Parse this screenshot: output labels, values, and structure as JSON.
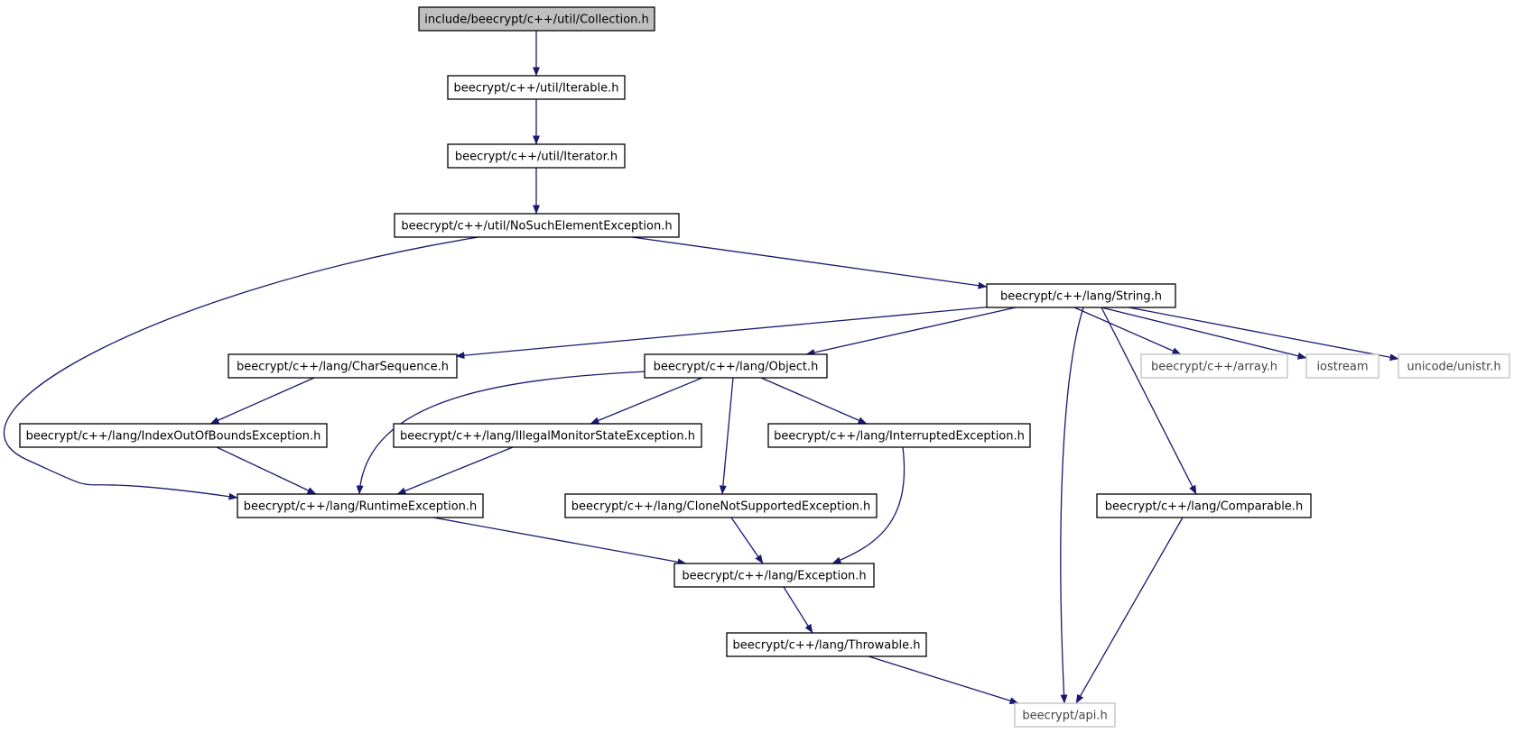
{
  "graph": {
    "edge_color": "#191970",
    "root_fill": "#bfbfbf",
    "external_border": "#bfbfbf",
    "nodes": [
      {
        "id": "collection",
        "label": "include/beecrypt/c++/util/Collection.h",
        "kind": "root"
      },
      {
        "id": "iterable",
        "label": "beecrypt/c++/util/Iterable.h",
        "kind": "file"
      },
      {
        "id": "iterator",
        "label": "beecrypt/c++/util/Iterator.h",
        "kind": "file"
      },
      {
        "id": "nosuchelement",
        "label": "beecrypt/c++/util/NoSuchElementException.h",
        "kind": "file"
      },
      {
        "id": "string",
        "label": "beecrypt/c++/lang/String.h",
        "kind": "file"
      },
      {
        "id": "charsequence",
        "label": "beecrypt/c++/lang/CharSequence.h",
        "kind": "file"
      },
      {
        "id": "object",
        "label": "beecrypt/c++/lang/Object.h",
        "kind": "file"
      },
      {
        "id": "array",
        "label": "beecrypt/c++/array.h",
        "kind": "external"
      },
      {
        "id": "iostream",
        "label": "iostream",
        "kind": "external"
      },
      {
        "id": "unistr",
        "label": "unicode/unistr.h",
        "kind": "external"
      },
      {
        "id": "indexoutofbounds",
        "label": "beecrypt/c++/lang/IndexOutOfBoundsException.h",
        "kind": "file"
      },
      {
        "id": "illegalmonitor",
        "label": "beecrypt/c++/lang/IllegalMonitorStateException.h",
        "kind": "file"
      },
      {
        "id": "interrupted",
        "label": "beecrypt/c++/lang/InterruptedException.h",
        "kind": "file"
      },
      {
        "id": "runtime",
        "label": "beecrypt/c++/lang/RuntimeException.h",
        "kind": "file"
      },
      {
        "id": "clonenotsupported",
        "label": "beecrypt/c++/lang/CloneNotSupportedException.h",
        "kind": "file"
      },
      {
        "id": "comparable",
        "label": "beecrypt/c++/lang/Comparable.h",
        "kind": "file"
      },
      {
        "id": "exception",
        "label": "beecrypt/c++/lang/Exception.h",
        "kind": "file"
      },
      {
        "id": "throwable",
        "label": "beecrypt/c++/lang/Throwable.h",
        "kind": "file"
      },
      {
        "id": "api",
        "label": "beecrypt/api.h",
        "kind": "external"
      }
    ],
    "edges": [
      {
        "from": "collection",
        "to": "iterable"
      },
      {
        "from": "iterable",
        "to": "iterator"
      },
      {
        "from": "iterator",
        "to": "nosuchelement"
      },
      {
        "from": "nosuchelement",
        "to": "runtime"
      },
      {
        "from": "nosuchelement",
        "to": "string"
      },
      {
        "from": "string",
        "to": "charsequence"
      },
      {
        "from": "string",
        "to": "object"
      },
      {
        "from": "string",
        "to": "array"
      },
      {
        "from": "string",
        "to": "iostream"
      },
      {
        "from": "string",
        "to": "unistr"
      },
      {
        "from": "string",
        "to": "comparable"
      },
      {
        "from": "string",
        "to": "api"
      },
      {
        "from": "charsequence",
        "to": "indexoutofbounds"
      },
      {
        "from": "indexoutofbounds",
        "to": "runtime"
      },
      {
        "from": "object",
        "to": "runtime"
      },
      {
        "from": "object",
        "to": "illegalmonitor"
      },
      {
        "from": "object",
        "to": "interrupted"
      },
      {
        "from": "object",
        "to": "clonenotsupported"
      },
      {
        "from": "illegalmonitor",
        "to": "runtime"
      },
      {
        "from": "interrupted",
        "to": "exception"
      },
      {
        "from": "runtime",
        "to": "exception"
      },
      {
        "from": "clonenotsupported",
        "to": "exception"
      },
      {
        "from": "exception",
        "to": "throwable"
      },
      {
        "from": "throwable",
        "to": "api"
      },
      {
        "from": "comparable",
        "to": "api"
      }
    ]
  }
}
